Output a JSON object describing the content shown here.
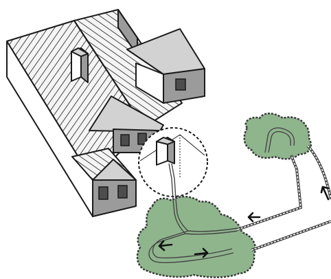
{
  "colors": {
    "roof": "#f4f4f4",
    "roof_line": "#1a1a1a",
    "wall_front": "#ffffff",
    "wall_side": "#9b9b9b",
    "wall_dark": "#7a7a7a",
    "gable": "#d2d2d2",
    "ground_fill": "#8fb58d",
    "ground_edge": "#3a3a3a",
    "pipe": "#444444",
    "background": "#ffffff"
  },
  "icons": {
    "flow_arrow": "arrow-icon",
    "ground_loop": "ground-loop-icon",
    "heat_pump": "heat-pump-unit-icon"
  },
  "parts": {
    "house": "house-illustration",
    "detail_circle": "heat-pump-detail-circle",
    "front_loop_field": "front-ground-loop-field",
    "rear_loop_field": "rear-ground-loop-field",
    "supply_line": "supply-line",
    "return_line": "return-line"
  }
}
